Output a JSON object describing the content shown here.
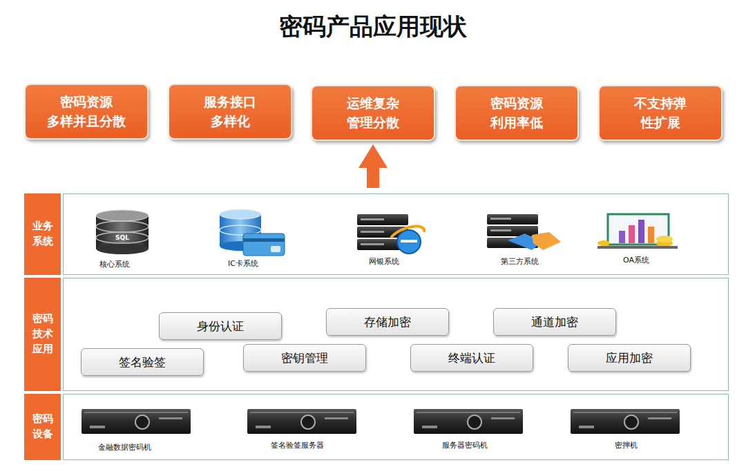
{
  "diagram": {
    "title": "密码产品应用现状",
    "nodes": [
      {
        "text": [
          "密码资源 多样并且分散"
        ]
      },
      {
        "text": [
          "服务接口 多样化"
        ]
      },
      {
        "text": [
          "运维复杂 管理分散"
        ]
      },
      {
        "text": [
          "密码资源 利用率低"
        ]
      },
      {
        "text": [
          "不支持弹 性扩展"
        ]
      },
      {
        "text": [
          "业务 系统"
        ]
      },
      {
        "text": [
          "密码 技术 应用"
        ]
      },
      {
        "text": [
          "身份认证"
        ],
        "in": 6
      },
      {
        "text": [
          "存储加密"
        ],
        "in": 6
      },
      {
        "text": [
          "通道加密"
        ],
        "in": 6
      },
      {
        "text": [
          "签名验签"
        ],
        "in": 6
      },
      {
        "text": [
          "密钥管理"
        ],
        "in": 6
      },
      {
        "text": [
          "终端认证"
        ],
        "in": 6
      },
      {
        "text": [
          "应用加密"
        ],
        "in": 6
      },
      {
        "text": [
          "密码 设备"
        ]
      }
    ],
    "edges": [
      {
        "from": 5,
        "to": 2,
        "arrow": "to"
      }
    ],
    "labels": [
      "SQL",
      "核心系统",
      "IC卡系统",
      "网银系统",
      "第三方系统",
      "OA系统",
      "金融数据密码机",
      "签名验签服务器",
      "服务器密码机",
      "密押机"
    ]
  }
}
